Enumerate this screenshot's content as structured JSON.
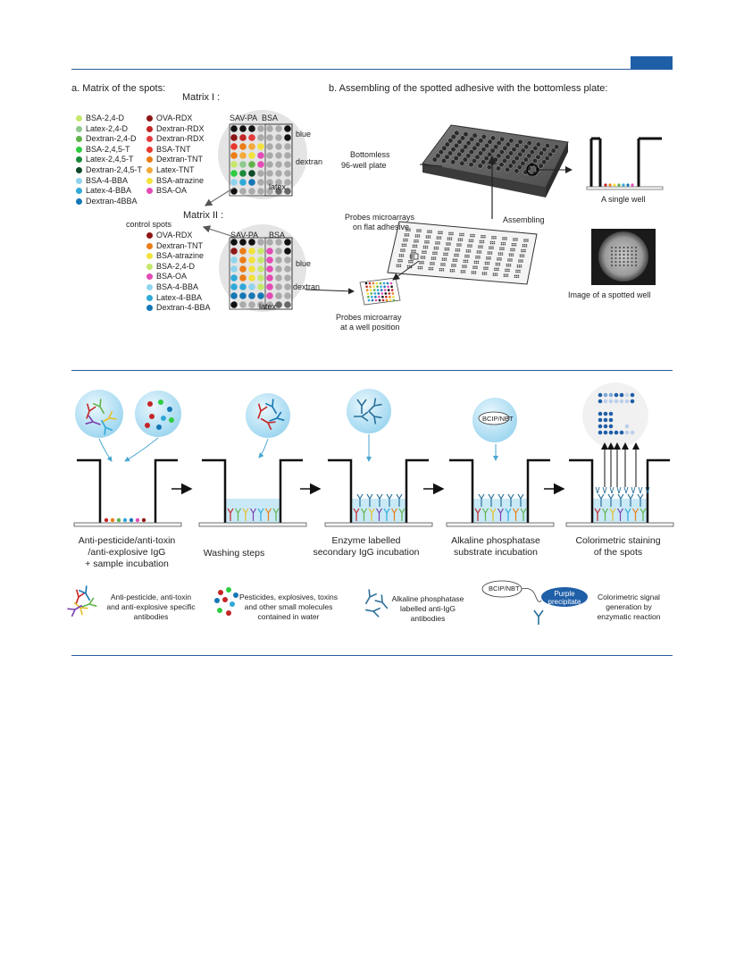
{
  "header_tab_color": "#1f5fa8",
  "rule_color": "#2a5b9c",
  "panel_a": {
    "title": "a.  Matrix of the spots:",
    "matrix1": {
      "title": "Matrix I :",
      "col_labels": [
        "SAV-PA",
        "BSA"
      ],
      "row_labels": [
        "blue",
        "dextran",
        "latex"
      ]
    },
    "matrix2": {
      "title": "Matrix II :",
      "col_labels": [
        "SAV-PA",
        "BSA"
      ],
      "row_labels": [
        "blue",
        "dextran",
        "latex"
      ],
      "control_spots": "control spots"
    },
    "legend1_col1": [
      {
        "label": "BSA-2,4-D",
        "color": "#c5e86c"
      },
      {
        "label": "Latex-2,4-D",
        "color": "#8ec98e"
      },
      {
        "label": "Dextran-2,4-D",
        "color": "#5fb34a"
      },
      {
        "label": "BSA-2,4,5-T",
        "color": "#2ecc40"
      },
      {
        "label": "Latex-2,4,5-T",
        "color": "#1a8a3a"
      },
      {
        "label": "Dextran-2,4,5-T",
        "color": "#0d4a2a"
      },
      {
        "label": "BSA-4-BBA",
        "color": "#8fd4ee"
      },
      {
        "label": "Latex-4-BBA",
        "color": "#2fa9d8"
      },
      {
        "label": "Dextran-4BBA",
        "color": "#1477b5"
      }
    ],
    "legend1_col2": [
      {
        "label": "OVA-RDX",
        "color": "#8e1616"
      },
      {
        "label": "Dextran-RDX",
        "color": "#c42525"
      },
      {
        "label": "Dextran-RDX",
        "color": "#e53a3a"
      },
      {
        "label": "BSA-TNT",
        "color": "#e9382c"
      },
      {
        "label": "Dextran-TNT",
        "color": "#ea7d17"
      },
      {
        "label": "Latex-TNT",
        "color": "#f4a93a"
      },
      {
        "label": "BSA-atrazine",
        "color": "#f2e23a"
      },
      {
        "label": "BSA-OA",
        "color": "#e44bb5"
      }
    ],
    "legend2": [
      {
        "label": "OVA-RDX",
        "color": "#8e1616"
      },
      {
        "label": "Dextran-TNT",
        "color": "#ea7d17"
      },
      {
        "label": "BSA-atrazine",
        "color": "#f2e23a"
      },
      {
        "label": "BSA-2,4-D",
        "color": "#c5e86c"
      },
      {
        "label": "BSA-OA",
        "color": "#e44bb5"
      },
      {
        "label": "BSA-4-BBA",
        "color": "#8fd4ee"
      },
      {
        "label": "Latex-4-BBA",
        "color": "#2fa9d8"
      },
      {
        "label": "Dextran-4-BBA",
        "color": "#1477b5"
      }
    ]
  },
  "panel_b": {
    "title": "b.  Assembling of the spotted adhesive with the bottomless plate:",
    "plate_label": [
      "Bottomless",
      "96-well plate"
    ],
    "single_well": "A single well",
    "probes_flat": [
      "Probes microarrays",
      "on flat adhesive"
    ],
    "assembling": "Assembling",
    "probes_well": [
      "Probes microarray",
      "at a well position"
    ],
    "spotted_well": "Image of a spotted well"
  },
  "process": {
    "steps": [
      [
        "Anti-pesticide/anti-toxin",
        "/anti-explosive IgG",
        "+ sample incubation"
      ],
      [
        "Washing steps"
      ],
      [
        "Enzyme labelled",
        "secondary IgG incubation"
      ],
      [
        "Alkaline phosphatase",
        "substrate incubation"
      ],
      [
        "Colorimetric staining",
        "of the spots"
      ]
    ],
    "bcip": "BCIP/NBT",
    "legend": {
      "antibodies": [
        "Anti-pesticide, anti-toxin",
        "and anti-explosive specific",
        "antibodies"
      ],
      "molecules": [
        "Pesticides, explosives, toxins",
        "and other small molecules",
        "contained in water"
      ],
      "ap": [
        "Alkaline phosphatase",
        "labelled anti-IgG",
        "antibodies"
      ],
      "bcip": "BCIP/NBT",
      "purple": [
        "Purple",
        "precipitate"
      ],
      "signal": [
        "Colorimetric signal",
        "generation by",
        "enzymatic reaction"
      ]
    }
  }
}
